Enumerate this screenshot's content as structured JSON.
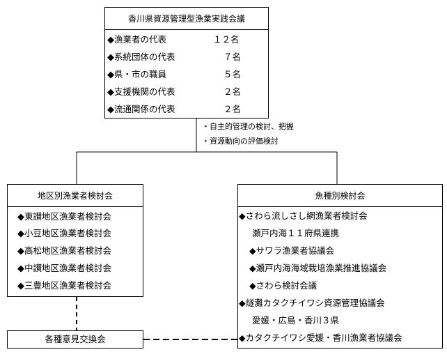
{
  "top": {
    "title": "香川県資源管理型漁業実践会議",
    "members": [
      {
        "label": "漁業者の代表",
        "count": "１２名"
      },
      {
        "label": "系統団体の代表",
        "count": "７名"
      },
      {
        "label": "県・市の職員",
        "count": "５名"
      },
      {
        "label": "支援機関の代表",
        "count": "２名"
      },
      {
        "label": "流通関係の代表",
        "count": "２名"
      }
    ],
    "marker": "◆"
  },
  "notes": [
    "・自主的管理の検討、把握",
    "・資源動向の評価検討"
  ],
  "left": {
    "title": "地区別漁業者検討会",
    "items": [
      "東讃地区漁業者検討会",
      "小豆地区漁業者検討会",
      "高松地区漁業者検討会",
      "中讃地区漁業者検討会",
      "三豊地区漁業者検討会"
    ]
  },
  "right": {
    "title": "魚種別検討会",
    "lines": [
      "◆さわら流しさし網漁業者検討会",
      "瀬戸内海１１府県連携",
      "◆サワラ漁業者協議会",
      "◆瀬戸内海海域栽培漁業推進協議会",
      "◆さわら検討会議",
      "◆燧灘カタクチイワシ資源管理協議会",
      "愛媛・広島・香川３県",
      "◆カタクチイワシ愛媛・香川漁業者協議会"
    ]
  },
  "bottom": {
    "title": "各種意見交換会"
  }
}
